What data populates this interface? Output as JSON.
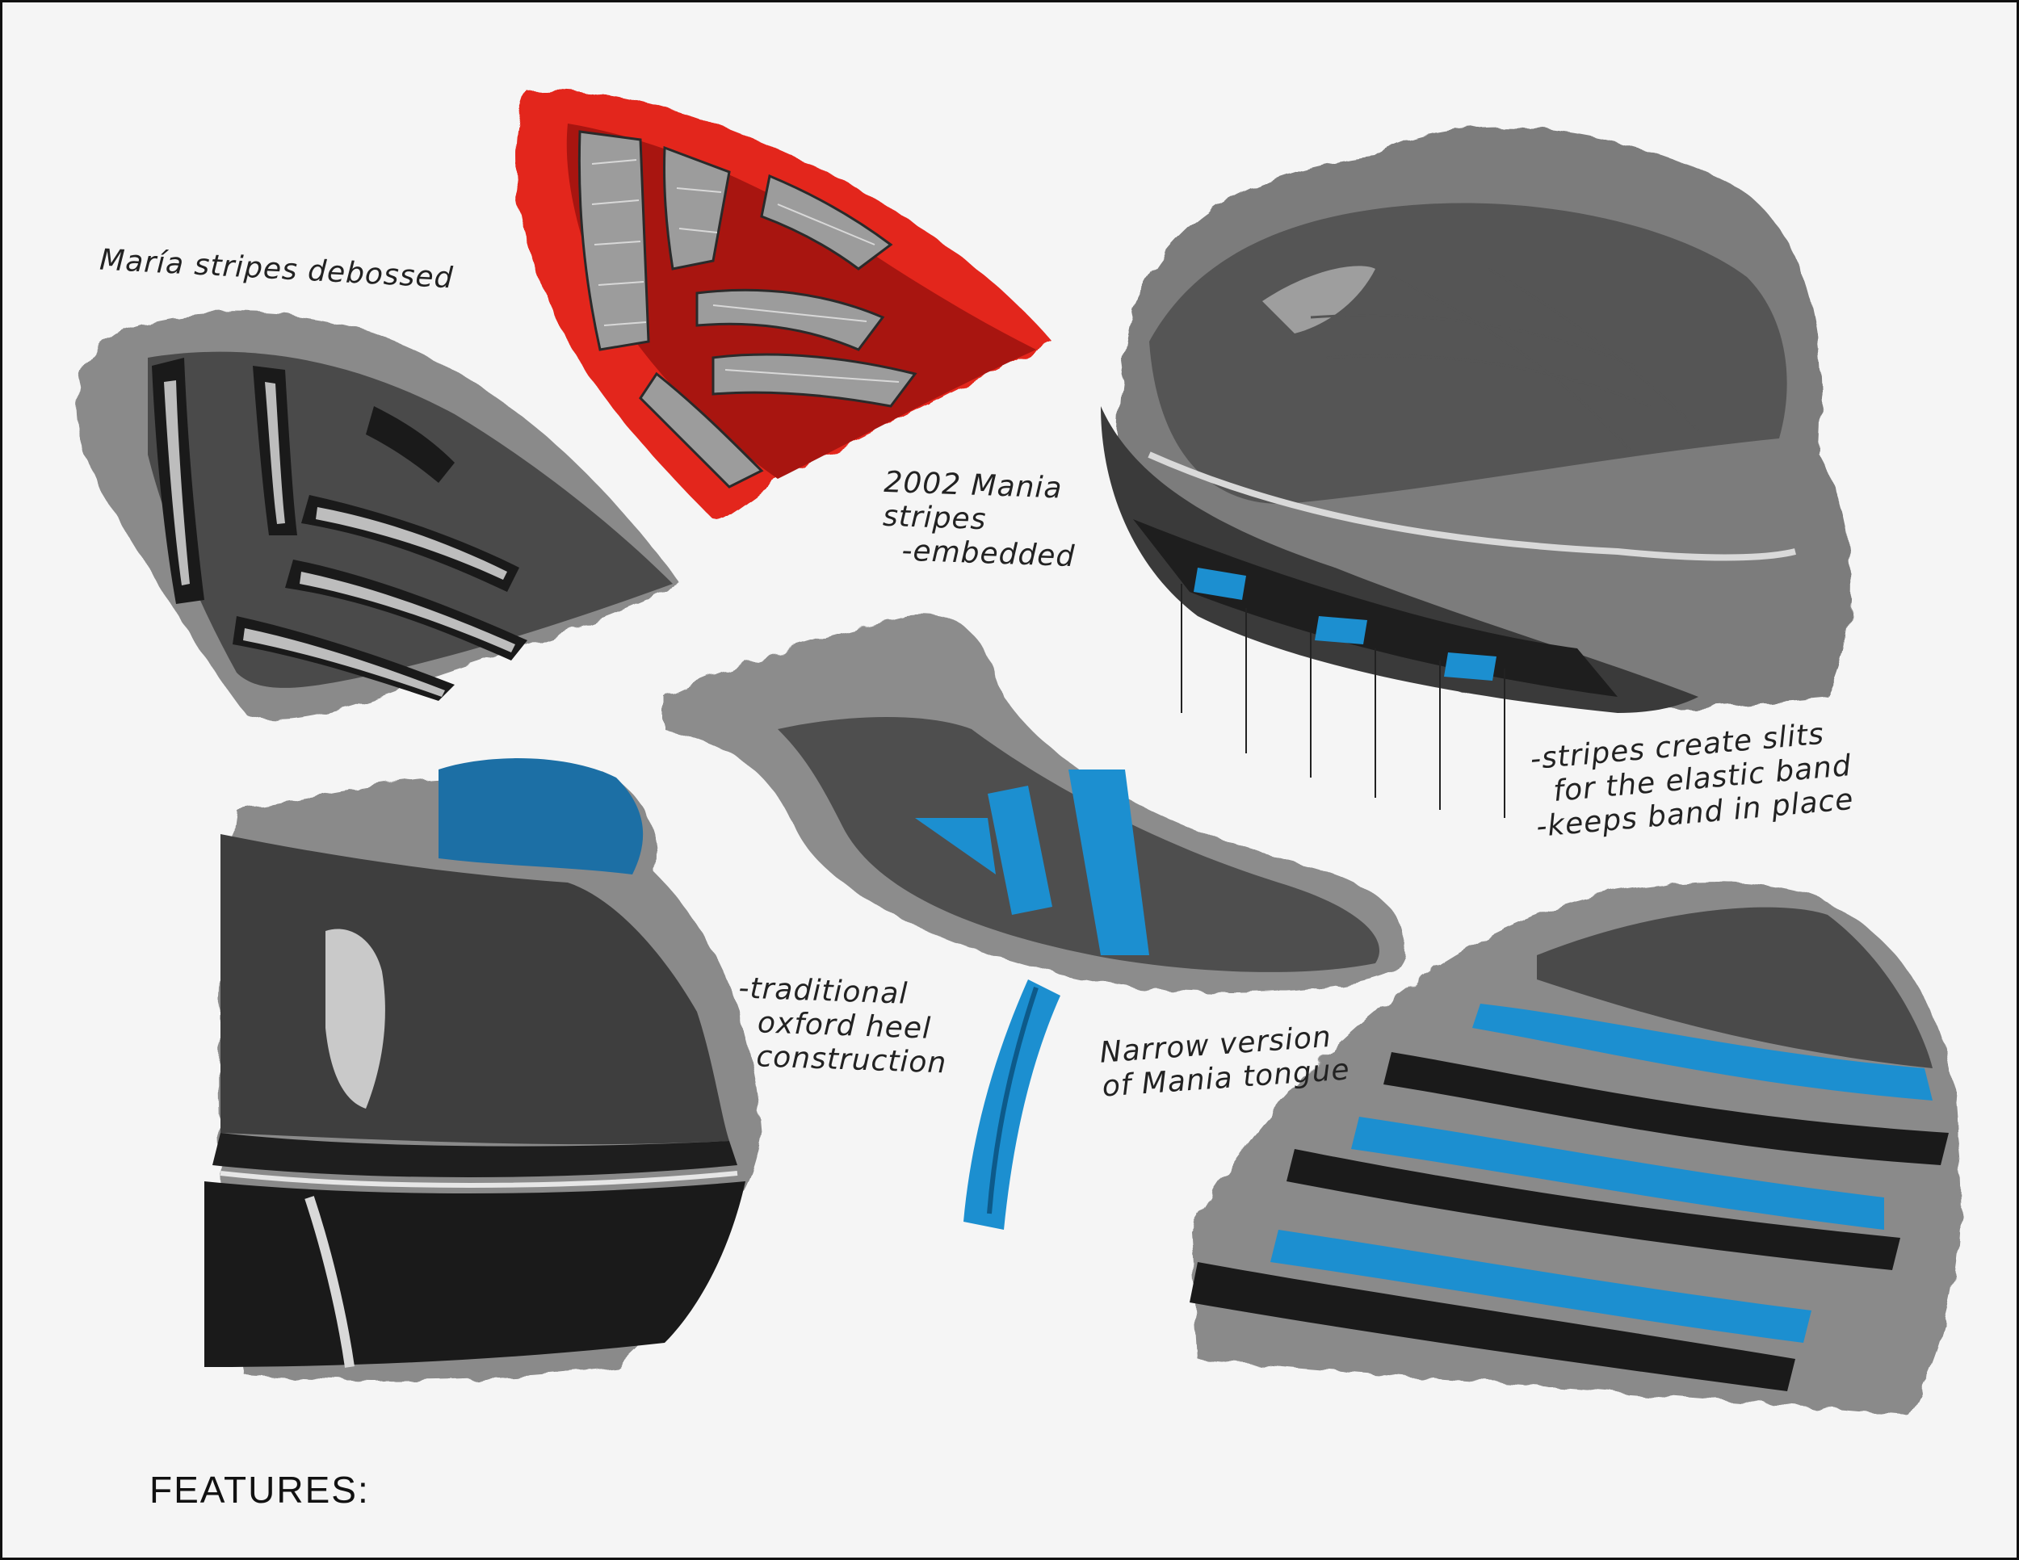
{
  "annotations": {
    "maria_stripes": "María stripes debossed",
    "mania_2002": "2002 Mania\nstripes\n  -embedded",
    "slits": "-stripes create slits\n  for the elastic band\n-keeps band in place",
    "oxford_heel": "-traditional\n  oxford heel\n  construction",
    "narrow_tongue": "Narrow version\nof Mania tongue"
  },
  "footer": {
    "label": "FEATURES:"
  },
  "colors": {
    "marker_black": "#1a1a1a",
    "marker_gray": "#6e6e6e",
    "marker_light": "#9a9a9a",
    "accent_red": "#e0241c",
    "accent_blue": "#1c8fd0",
    "paper": "#f5f5f5"
  }
}
